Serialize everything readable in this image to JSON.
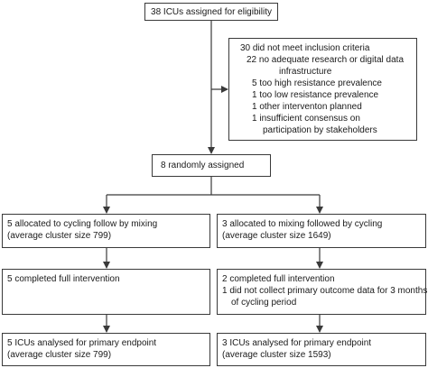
{
  "top_box": {
    "text": "38 ICUs assigned for eligibility"
  },
  "exclusion_box": {
    "header": "30 did not meet inclusion criteria",
    "reasons": [
      {
        "count": "22",
        "text": "no adequate research or digital data",
        "cont": "infrastructure"
      },
      {
        "count": "5",
        "text": "too high resistance prevalence"
      },
      {
        "count": "1",
        "text": "too low resistance prevalence"
      },
      {
        "count": "1",
        "text": "other interventon planned"
      },
      {
        "count": "1",
        "text": "insufficient consensus on",
        "cont": "participation by stakeholders"
      }
    ]
  },
  "randomized_box": {
    "text": "8 randomly assigned"
  },
  "left_arm": {
    "allocated": {
      "line1": "5 allocated to cycling follow by mixing",
      "line2": "(average cluster size 799)"
    },
    "completed": {
      "line1": "5 completed full intervention"
    },
    "analysed": {
      "line1": "5 ICUs analysed for primary endpoint",
      "line2": "(average cluster size 799)"
    }
  },
  "right_arm": {
    "allocated": {
      "line1": "3 allocated to mixing followed by cycling",
      "line2": "(average cluster size 1649)"
    },
    "completed": {
      "line1": "2 completed full intervention",
      "line2": "1 did not collect primary outcome data for 3 months",
      "line3": "of cycling period"
    },
    "analysed": {
      "line1": "3 ICUs analysed for primary endpoint",
      "line2": "(average cluster size 1593)"
    }
  },
  "colors": {
    "line": "#3a3a3a"
  }
}
